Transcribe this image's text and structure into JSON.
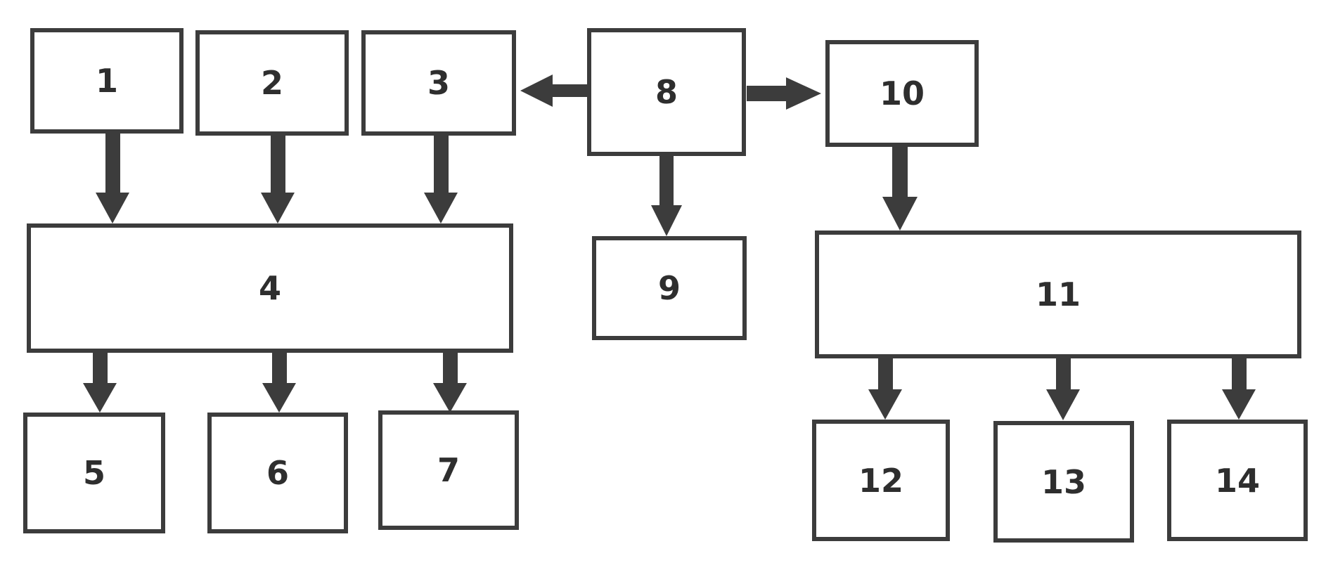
{
  "diagram": {
    "stroke_color": "#3c3c3c",
    "text_color": "#2e2e2e",
    "background_color": "#ffffff",
    "nodes": [
      {
        "id": "n1",
        "label": "1"
      },
      {
        "id": "n2",
        "label": "2"
      },
      {
        "id": "n3",
        "label": "3"
      },
      {
        "id": "n4",
        "label": "4"
      },
      {
        "id": "n5",
        "label": "5"
      },
      {
        "id": "n6",
        "label": "6"
      },
      {
        "id": "n7",
        "label": "7"
      },
      {
        "id": "n8",
        "label": "8"
      },
      {
        "id": "n9",
        "label": "9"
      },
      {
        "id": "n10",
        "label": "10"
      },
      {
        "id": "n11",
        "label": "11"
      },
      {
        "id": "n12",
        "label": "12"
      },
      {
        "id": "n13",
        "label": "13"
      },
      {
        "id": "n14",
        "label": "14"
      }
    ],
    "edges": [
      {
        "from": "1",
        "to": "4"
      },
      {
        "from": "2",
        "to": "4"
      },
      {
        "from": "3",
        "to": "4"
      },
      {
        "from": "4",
        "to": "5"
      },
      {
        "from": "4",
        "to": "6"
      },
      {
        "from": "4",
        "to": "7"
      },
      {
        "from": "8",
        "to": "3"
      },
      {
        "from": "8",
        "to": "10"
      },
      {
        "from": "8",
        "to": "9"
      },
      {
        "from": "10",
        "to": "11"
      },
      {
        "from": "11",
        "to": "12"
      },
      {
        "from": "11",
        "to": "13"
      },
      {
        "from": "11",
        "to": "14"
      }
    ]
  }
}
